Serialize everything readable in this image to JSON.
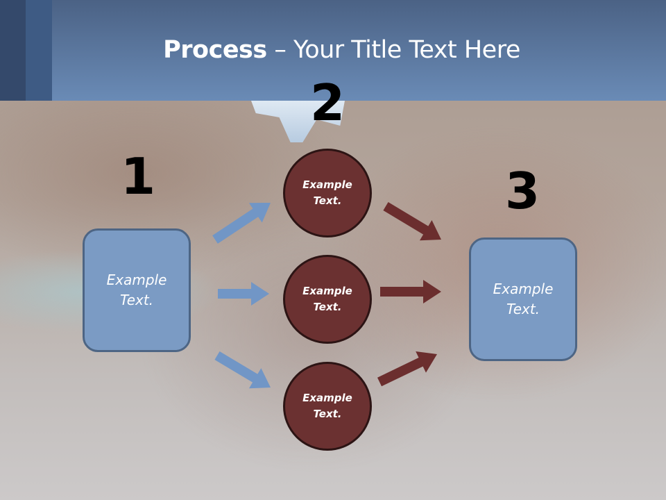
{
  "title": {
    "bold": "Process",
    "rest": " – Your Title Text Here"
  },
  "steps": {
    "one": "1",
    "two": "2",
    "three": "3"
  },
  "left_box": {
    "line1": "Example",
    "line2": "Text."
  },
  "right_box": {
    "line1": "Example",
    "line2": "Text."
  },
  "circles": [
    {
      "line1": "Example",
      "line2": "Text."
    },
    {
      "line1": "Example",
      "line2": "Text."
    },
    {
      "line1": "Example",
      "line2": "Text."
    }
  ],
  "colors": {
    "box": "#7b9bc4",
    "circle": "#6b3131",
    "blue_arrow": "#7196c6",
    "red_arrow": "#6b2e2e"
  }
}
